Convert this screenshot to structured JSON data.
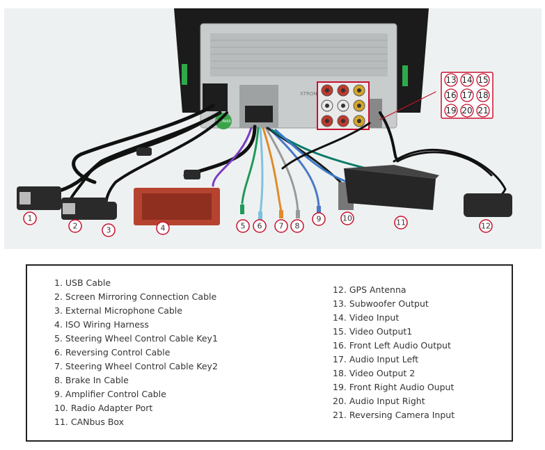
{
  "diagram": {
    "callouts": [
      "1",
      "2",
      "3",
      "4",
      "5",
      "6",
      "7",
      "8",
      "9",
      "10",
      "11",
      "12"
    ],
    "connector_grid": [
      "13",
      "14",
      "15",
      "16",
      "17",
      "18",
      "19",
      "20",
      "21"
    ],
    "device_label": "XTRONS",
    "qc_label": "QC PASS"
  },
  "legend": {
    "left": [
      "1. USB Cable",
      "2. Screen Mirroring Connection Cable",
      "3. External Microphone Cable",
      "4. ISO Wiring Harness",
      "5. Steering Wheel Control Cable Key1",
      "6. Reversing Control Cable",
      "7. Steering Wheel Control Cable Key2",
      "8. Brake In Cable",
      "9. Amplifier Control Cable",
      "10. Radio Adapter Port",
      "11. CANbus Box"
    ],
    "right": [
      "12. GPS Antenna",
      "13. Subwoofer Output",
      "14. Video Input",
      "15. Video Output1",
      "16. Front Left Audio Output",
      "17. Audio Input Left",
      "18. Video Output 2",
      "19. Front Right Audio Ouput",
      "20. Audio Input Right",
      "21. Reversing Camera Input"
    ]
  },
  "colors": {
    "callout_ring": "#c8102e",
    "harness": "#b5432f",
    "canbus_box": "#2a2a2a",
    "rca_red": "#c0392b",
    "rca_yellow": "#d4a52a",
    "rca_white": "#e8e8e8"
  }
}
